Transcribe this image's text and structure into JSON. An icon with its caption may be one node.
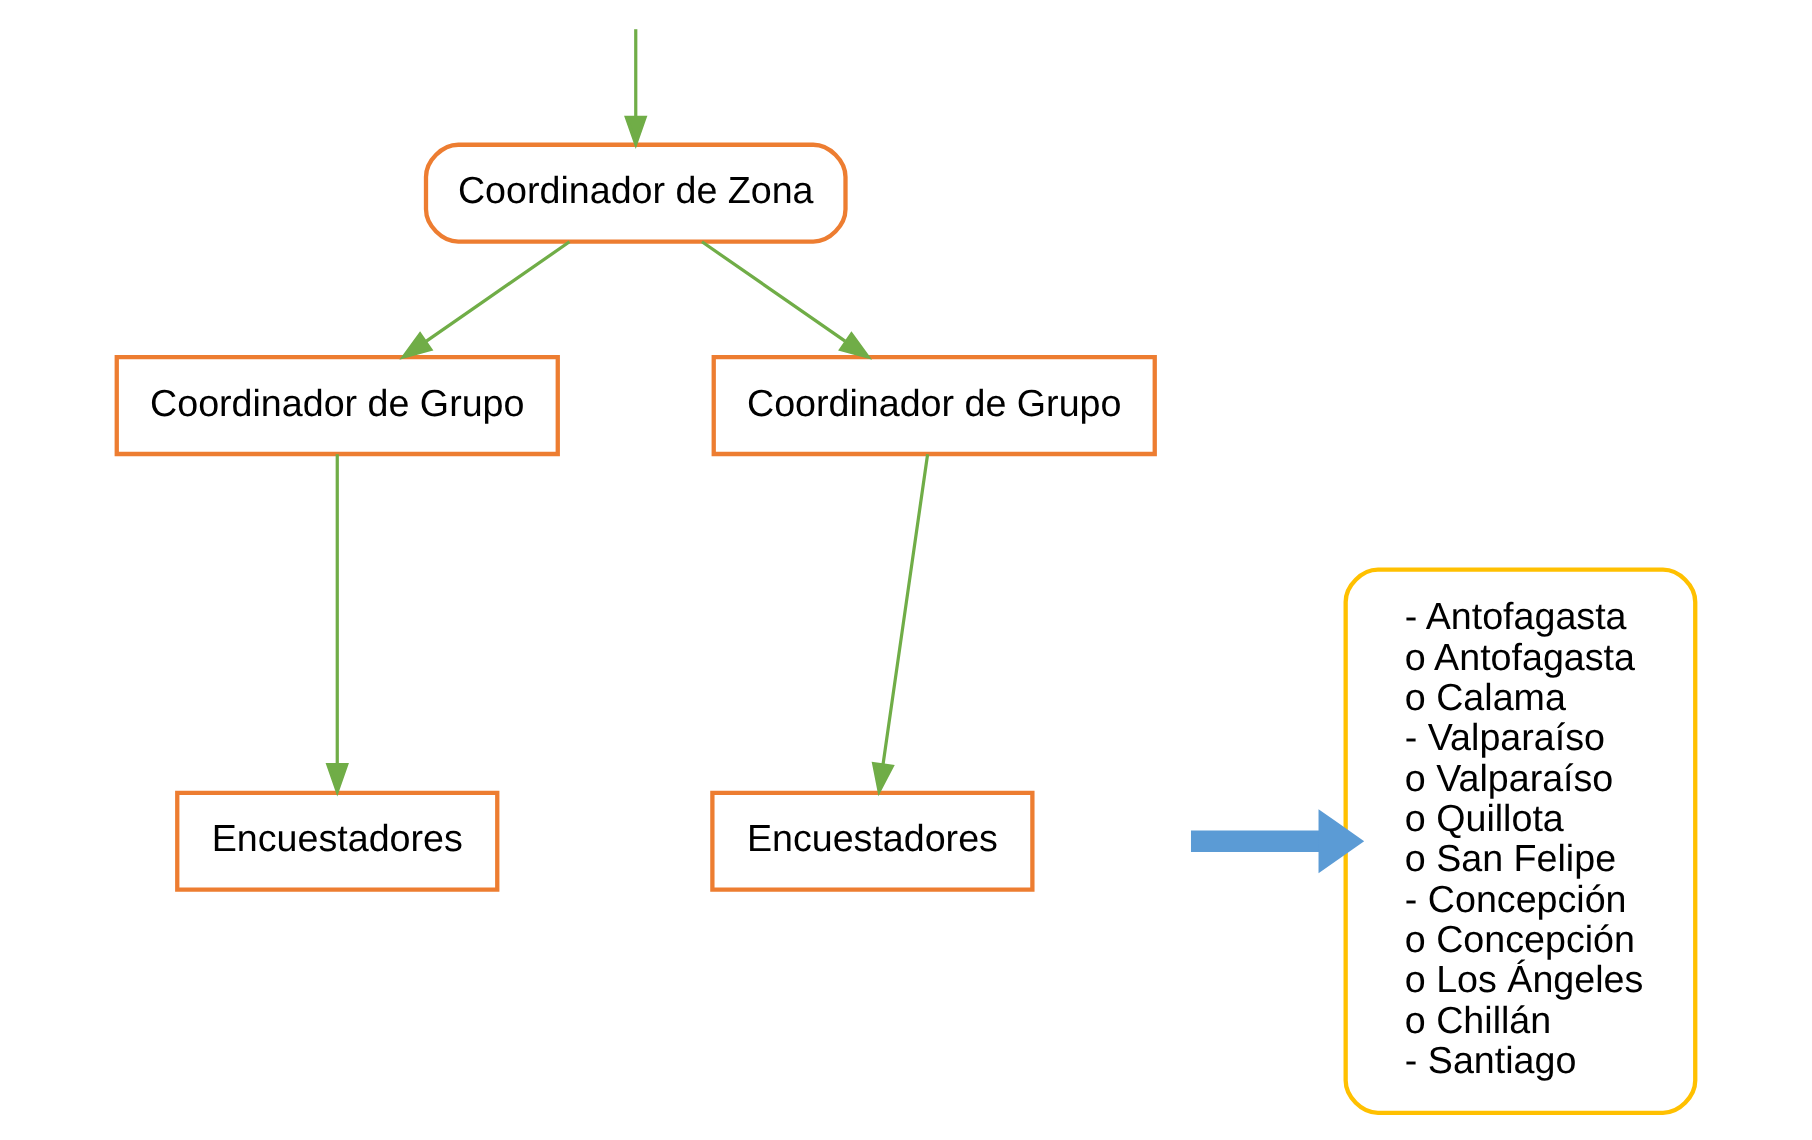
{
  "diagram": {
    "nodes": [
      {
        "text": [
          "Coordinador de Zona"
        ]
      },
      {
        "text": [
          "Coordinador de Grupo"
        ]
      },
      {
        "text": [
          "Coordinador de Grupo"
        ]
      },
      {
        "text": [
          "Encuestadores"
        ]
      },
      {
        "text": [
          "Encuestadores"
        ]
      },
      {
        "text": [
          "- Antofagasta",
          "o Antofagasta",
          "o Calama",
          "- Valparaíso",
          "o Valparaíso",
          "o Quillota",
          "o San Felipe",
          "- Concepción",
          "o Concepción",
          "o Los Ángeles",
          "o Chillán",
          "- Santiago"
        ]
      }
    ],
    "edges": [
      {
        "from": null,
        "to": 0,
        "arrow": "to"
      },
      {
        "from": 0,
        "to": 1,
        "arrow": "to"
      },
      {
        "from": 0,
        "to": 2,
        "arrow": "to"
      },
      {
        "from": 1,
        "to": 3,
        "arrow": "to"
      },
      {
        "from": 2,
        "to": 4,
        "arrow": "to"
      },
      {
        "from": null,
        "to": 5,
        "arrow": "to",
        "style": "thick",
        "color": "#5b9bd5"
      }
    ]
  }
}
